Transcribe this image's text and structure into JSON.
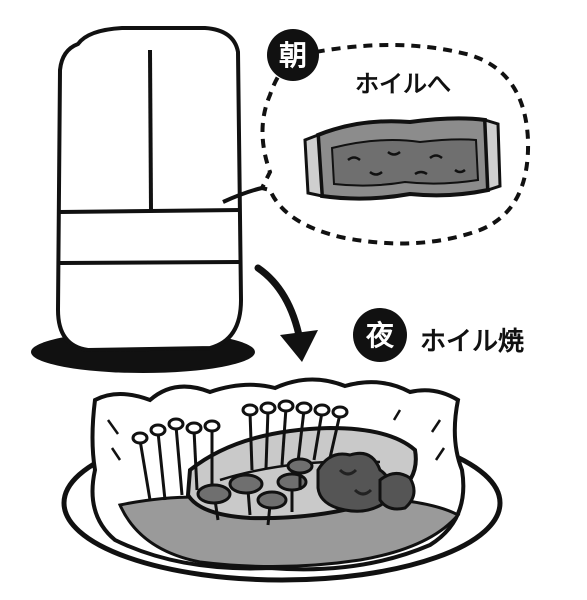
{
  "illustration": {
    "morning_badge": "朝",
    "morning_caption": "ホイルへ",
    "night_badge": "夜",
    "night_caption": "ホイル焼",
    "colors": {
      "ink": "#111111",
      "paper": "#ffffff",
      "gray_dark": "#6f6f6f",
      "gray_mid": "#9a9a9a",
      "gray_light": "#c9c9c9"
    }
  }
}
